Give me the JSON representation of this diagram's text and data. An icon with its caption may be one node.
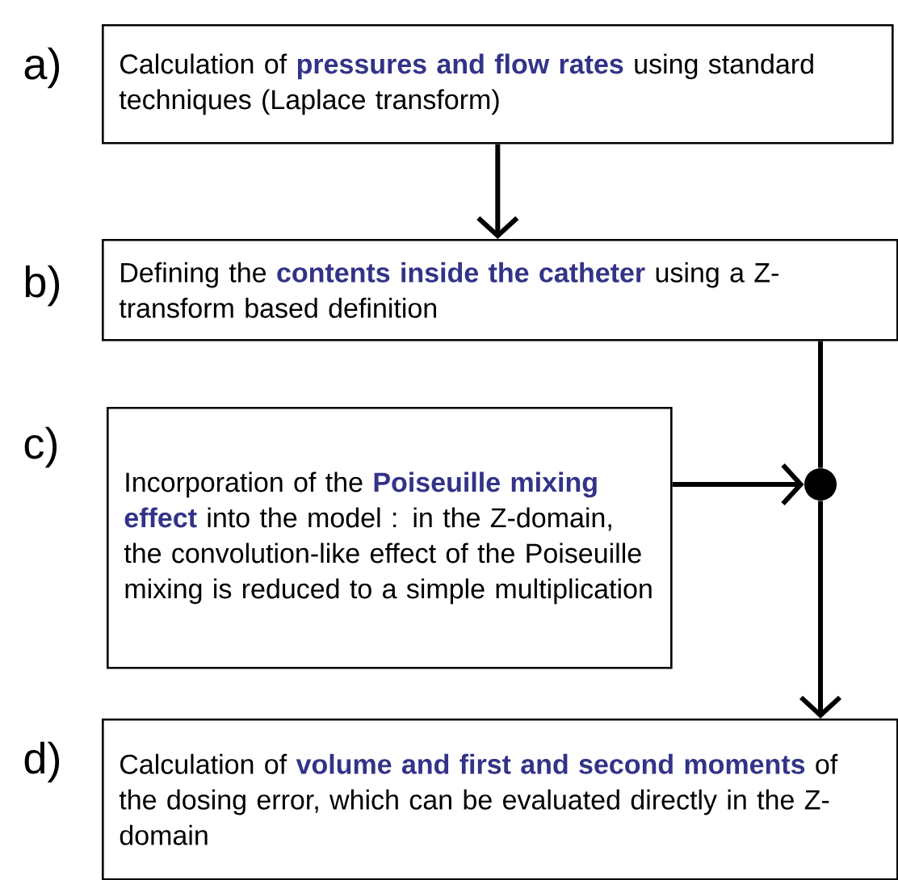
{
  "diagram": {
    "nodes": [
      {
        "text": [
          "Calculation of **pressures and flow rates** using standard techniques (Laplace transform)"
        ]
      },
      {
        "text": [
          "Defining the **contents inside the catheter** using a Z-transform based definition"
        ]
      },
      {
        "text": [
          "Incorporation of the **Poiseuille mixing effect** into the model : in the Z-domain, the convolution-like effect of the Poiseuille mixing is reduced to a simple multiplication"
        ]
      },
      {
        "text": [],
        "shape": "circle"
      },
      {
        "text": [
          "Calculation of **volume and first and second moments** of the dosing error, which can be evaluated directly in the Z-domain"
        ]
      }
    ],
    "edges": [
      {
        "from": 0,
        "to": 1,
        "arrow": "to"
      },
      {
        "from": 1,
        "to": 3,
        "arrow": "none"
      },
      {
        "from": 2,
        "to": 3,
        "arrow": "to"
      },
      {
        "from": 3,
        "to": 4,
        "arrow": "to"
      }
    ],
    "labels": [
      "a)",
      "b)",
      "c)",
      "d)"
    ]
  }
}
